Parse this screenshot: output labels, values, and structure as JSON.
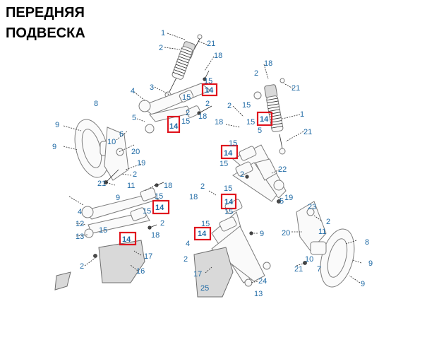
{
  "title_lines": [
    "ПЕРЕДНЯЯ",
    "ПОДВЕСКА"
  ],
  "colors": {
    "callout_text": "#1f6aa5",
    "highlight_box": "#e0141e",
    "line_art": "#7c7c7c"
  },
  "callouts": [
    "1",
    "2",
    "21",
    "18",
    "3",
    "4",
    "15",
    "14",
    "2",
    "15",
    "18",
    "5",
    "14",
    "15",
    "2",
    "8",
    "6",
    "9",
    "10",
    "9",
    "20",
    "19",
    "2",
    "21",
    "11",
    "9",
    "18",
    "15",
    "14",
    "15",
    "4",
    "12",
    "2",
    "15",
    "13",
    "18",
    "14",
    "17",
    "2",
    "16",
    "18",
    "2",
    "21",
    "15",
    "14",
    "1",
    "2",
    "18",
    "5",
    "15",
    "21",
    "14",
    "15",
    "15",
    "2",
    "22",
    "18",
    "2",
    "15",
    "14",
    "5",
    "15",
    "14",
    "9",
    "15",
    "2",
    "4",
    "17",
    "25",
    "24",
    "13",
    "19",
    "23",
    "20",
    "11",
    "2",
    "8",
    "10",
    "21",
    "9",
    "7",
    "9"
  ],
  "highlighted_label": "14"
}
